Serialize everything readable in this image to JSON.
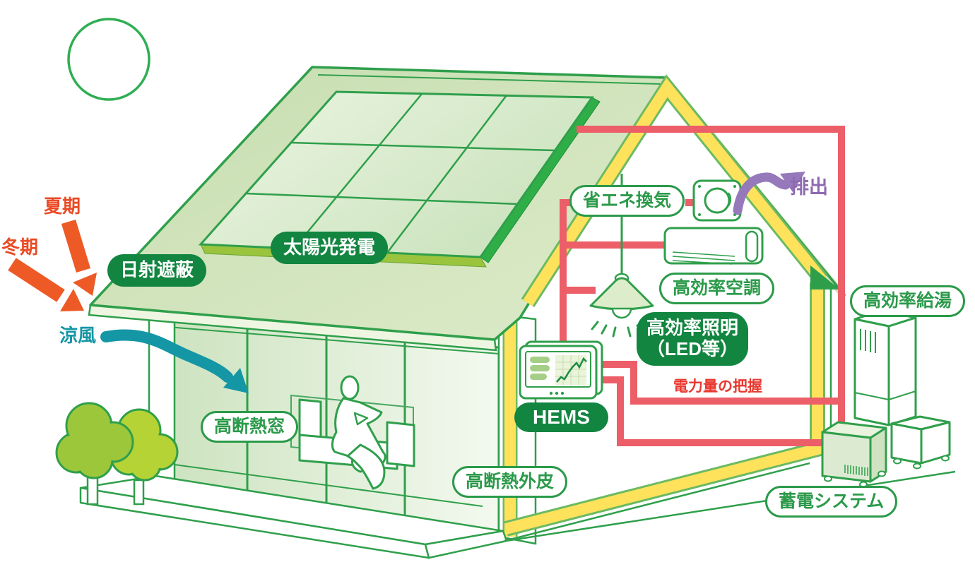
{
  "diagram": {
    "type": "energy-efficient-house-concept",
    "labels": {
      "summer": "夏期",
      "winter": "冬期",
      "cool_breeze": "涼風",
      "solar_shading": "日射遮蔽",
      "solar_power": "太陽光発電",
      "energy_saving_ventilation": "省エネ換気",
      "exhaust": "排出",
      "high_efficiency_ac": "高効率空調",
      "high_efficiency_lighting_line1": "高効率照明",
      "high_efficiency_lighting_line2": "（LED等）",
      "hems": "HEMS",
      "power_monitoring": "電力量の把握",
      "high_efficiency_water_heater": "高効率給湯",
      "storage_battery_system": "蓄電システム",
      "high_insulation_window": "高断熱窓",
      "high_insulation_envelope": "高断熱外皮"
    },
    "icons": {
      "sun": "sun-icon",
      "trees": "tree-icon",
      "solar_panel": "solar-panel-icon",
      "ventilation_fan": "ventilation-fan-icon",
      "air_conditioner": "air-conditioner-icon",
      "pendant_light": "pendant-light-icon",
      "hems_monitor": "hems-monitor-icon",
      "water_heater": "water-heater-icon",
      "storage_battery": "storage-battery-icon",
      "person_on_sofa": "person-on-sofa-icon"
    },
    "colors": {
      "line_green": "#2f9f4b",
      "solid_pill_green": "#128540",
      "roof_green": "#cfe3ba",
      "insulation_yellow": "#ffe25c",
      "power_wire_red": "#ec5e68",
      "annotation_red": "#e8382f",
      "sun_arrow_orange": "#ed5a26",
      "breeze_teal": "#1496a5",
      "exhaust_purple": "#9579ba"
    }
  }
}
